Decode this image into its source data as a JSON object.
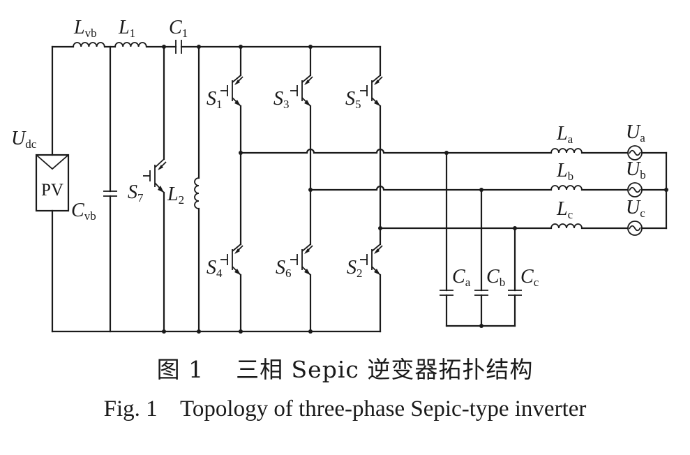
{
  "labels": {
    "Udc": {
      "main": "U",
      "sub": "dc"
    },
    "PV": "PV",
    "Lvb": {
      "main": "L",
      "sub": "vb"
    },
    "L1": {
      "main": "L",
      "sub": "1"
    },
    "C1": {
      "main": "C",
      "sub": "1"
    },
    "Cvb": {
      "main": "C",
      "sub": "vb"
    },
    "S7": {
      "main": "S",
      "sub": "7"
    },
    "L2": {
      "main": "L",
      "sub": "2"
    },
    "S1": {
      "main": "S",
      "sub": "1"
    },
    "S3": {
      "main": "S",
      "sub": "3"
    },
    "S5": {
      "main": "S",
      "sub": "5"
    },
    "S4": {
      "main": "S",
      "sub": "4"
    },
    "S6": {
      "main": "S",
      "sub": "6"
    },
    "S2": {
      "main": "S",
      "sub": "2"
    },
    "La": {
      "main": "L",
      "sub": "a"
    },
    "Lb": {
      "main": "L",
      "sub": "b"
    },
    "Lc": {
      "main": "L",
      "sub": "c"
    },
    "Ua": {
      "main": "U",
      "sub": "a"
    },
    "Ub": {
      "main": "U",
      "sub": "b"
    },
    "Uc": {
      "main": "U",
      "sub": "c"
    },
    "Ca": {
      "main": "C",
      "sub": "a"
    },
    "Cb": {
      "main": "C",
      "sub": "b"
    },
    "Cc": {
      "main": "C",
      "sub": "c"
    }
  },
  "caption": {
    "cn": "图 1    三相 Sepic 逆变器拓扑结构",
    "en": "Fig. 1    Topology of three-phase Sepic-type inverter"
  }
}
